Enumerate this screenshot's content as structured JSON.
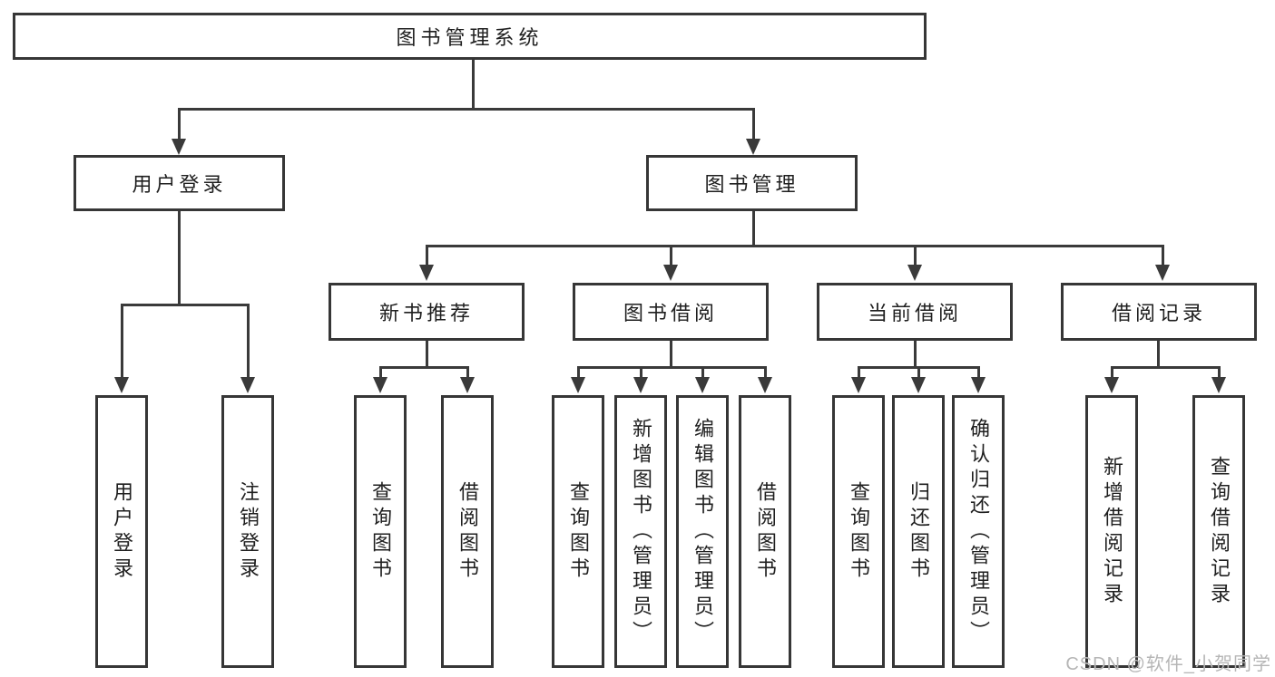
{
  "root": "图书管理系统",
  "branches": [
    {
      "label": "用户登录",
      "leaves": [
        "用户登录",
        "注销登录"
      ]
    },
    {
      "label": "图书管理",
      "groups": [
        {
          "label": "新书推荐",
          "leaves": [
            "查询图书",
            "借阅图书"
          ]
        },
        {
          "label": "图书借阅",
          "leaves": [
            "查询图书",
            "新增图书（管理员）",
            "编辑图书（管理员）",
            "借阅图书"
          ]
        },
        {
          "label": "当前借阅",
          "leaves": [
            "查询图书",
            "归还图书",
            "确认归还（管理员）"
          ]
        },
        {
          "label": "借阅记录",
          "leaves": [
            "新增借阅记录",
            "查询借阅记录"
          ]
        }
      ]
    }
  ],
  "watermark": "CSDN @软件_小贺同学",
  "colors": {
    "line": "#3a3a3a",
    "border": "#363636",
    "text": "#1f1f1f",
    "watermark": "#b6b6b6",
    "background": "#ffffff"
  }
}
